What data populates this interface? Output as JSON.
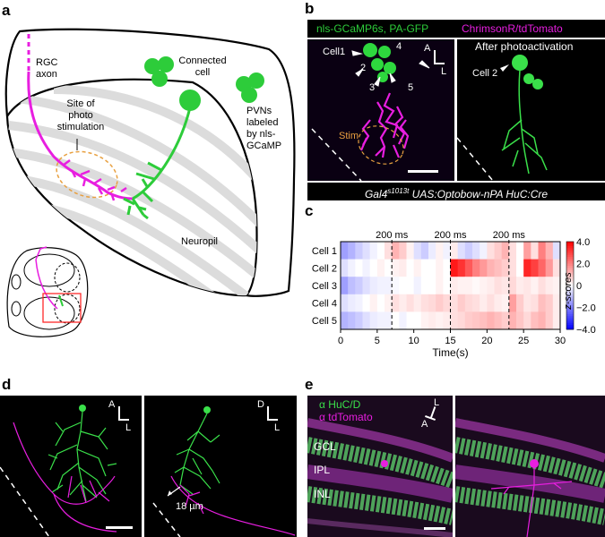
{
  "panel_labels": {
    "a": "a",
    "b": "b",
    "c": "c",
    "d": "d",
    "e": "e"
  },
  "panel_a": {
    "rgc_axon": [
      "RGC",
      "axon"
    ],
    "connected_cell": [
      "Connected",
      "cell"
    ],
    "site": [
      "Site of",
      "photo",
      "stimulation"
    ],
    "pvns": [
      "PVNs",
      "labeled",
      "by nls-",
      "GCaMP"
    ],
    "neuropil": "Neuropil",
    "colors": {
      "axon": "#e81ee0",
      "cell": "#2dcc3a",
      "stim_outline": "#e8a040",
      "neuropil_stripes": "#d9d9d9"
    }
  },
  "panel_b": {
    "legend_green": "nls-GCaMP6s, PA-GFP",
    "legend_magenta": "ChrimsonR/tdTomato",
    "cell_labels": {
      "cell1": "Cell1",
      "c2": "2",
      "c3": "3",
      "c4": "4",
      "c5": "5",
      "stim": "Stim",
      "cell2": "Cell 2"
    },
    "after_title": "After photoactivation",
    "compass": {
      "a": "A",
      "l": "L"
    },
    "genotype_parts": [
      "Gal4",
      "s1013t",
      " UAS:Optobow-nPA HuC:Cre"
    ]
  },
  "panel_c": {
    "stim_labels": [
      "200 ms",
      "200 ms",
      "200 ms"
    ],
    "colorbar_label": "z-scores",
    "colorbar_ticks": [
      "4.0",
      "2.0",
      "0",
      "−2.0",
      "−4.0"
    ]
  },
  "chart_data": {
    "type": "heatmap",
    "rows": [
      "Cell 1",
      "Cell 2",
      "Cell 3",
      "Cell 4",
      "Cell 5"
    ],
    "xlabel": "Time(s)",
    "xlim": [
      0,
      30
    ],
    "xticks": [
      0,
      5,
      10,
      15,
      20,
      25,
      30
    ],
    "zlim": [
      -4,
      4
    ],
    "stimulus_times": [
      7,
      15,
      23
    ],
    "time_bins": [
      0,
      1,
      2,
      3,
      4,
      5,
      6,
      7,
      8,
      9,
      10,
      11,
      12,
      13,
      14,
      15,
      16,
      17,
      18,
      19,
      20,
      21,
      22,
      23,
      24,
      25,
      26,
      27,
      28,
      29
    ],
    "values": [
      [
        -1.5,
        -1.2,
        -0.8,
        -0.5,
        -0.2,
        0.0,
        0.5,
        1.2,
        0.8,
        0.2,
        -0.5,
        -0.8,
        -0.3,
        0.2,
        -0.2,
        0.3,
        -0.5,
        -0.8,
        -0.5,
        -0.2,
        0.5,
        0.8,
        1.2,
        0.5,
        0.0,
        1.5,
        0.5,
        2.0,
        1.2,
        -0.5
      ],
      [
        -0.5,
        -0.2,
        0.0,
        -0.2,
        0.0,
        0.2,
        0.0,
        0.2,
        0.3,
        0.0,
        0.2,
        0.0,
        0.0,
        0.2,
        0.0,
        3.6,
        3.2,
        2.6,
        2.0,
        1.6,
        1.2,
        1.0,
        0.8,
        0.5,
        0.0,
        3.4,
        3.0,
        2.4,
        1.6,
        0.5
      ],
      [
        -1.5,
        -1.0,
        -0.8,
        -0.5,
        -0.3,
        -0.2,
        -0.2,
        -0.1,
        0.0,
        0.0,
        -0.2,
        0.0,
        0.0,
        0.2,
        0.0,
        0.3,
        0.2,
        0.2,
        0.1,
        0.2,
        0.3,
        0.5,
        0.4,
        0.6,
        0.3,
        0.4,
        0.2,
        0.5,
        0.3,
        0.2
      ],
      [
        -0.5,
        -0.3,
        -0.2,
        0.0,
        0.2,
        0.0,
        0.2,
        0.5,
        0.3,
        0.5,
        0.3,
        0.5,
        0.6,
        0.8,
        0.6,
        0.5,
        0.8,
        0.6,
        0.5,
        0.3,
        0.5,
        0.3,
        0.2,
        1.5,
        0.8,
        0.4,
        0.5,
        1.0,
        0.8,
        0.3
      ],
      [
        -1.2,
        -1.0,
        -0.8,
        -0.5,
        -0.3,
        -0.2,
        -0.2,
        0.0,
        -0.2,
        0.0,
        0.0,
        0.2,
        0.3,
        0.2,
        0.3,
        0.5,
        0.6,
        0.8,
        0.9,
        1.0,
        1.2,
        1.0,
        0.8,
        1.2,
        0.9,
        0.6,
        1.0,
        1.2,
        0.8,
        0.3
      ]
    ]
  },
  "panel_d": {
    "compass_left": {
      "a": "A",
      "l": "L"
    },
    "compass_right": {
      "d": "D",
      "l": "L"
    },
    "distance": "18 µm"
  },
  "panel_e": {
    "legend1": "α HuC/D",
    "legend2": "α tdTomato",
    "layers": [
      "GCL",
      "IPL",
      "INL"
    ],
    "compass": {
      "l": "L",
      "a": "A"
    }
  }
}
